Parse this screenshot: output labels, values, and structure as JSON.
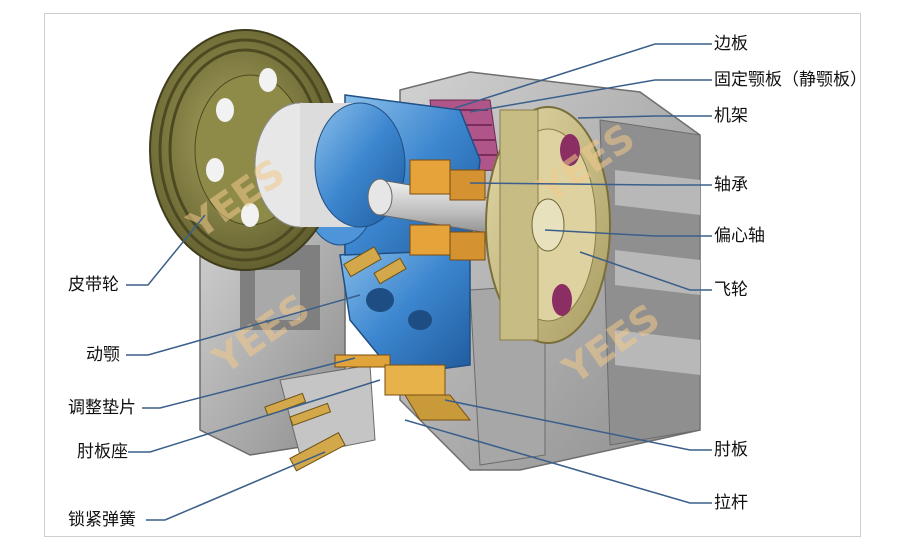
{
  "labels": {
    "side_plate": "边板",
    "fixed_jaw": "固定颚板（静颚板）",
    "frame": "机架",
    "bearing": "轴承",
    "eccentric_shaft": "偏心轴",
    "flywheel": "飞轮",
    "pulley": "皮带轮",
    "moving_jaw": "动颚",
    "shim": "调整垫片",
    "toggle_seat": "肘板座",
    "spring": "锁紧弹簧",
    "toggle_plate": "肘板",
    "tie_rod": "拉杆"
  },
  "watermark": "YEES",
  "colors": {
    "pulley": "#7d7a3e",
    "frame": "#9a9a9a",
    "jaw": "#3c7fc4",
    "flywheel": "#c9bd87",
    "leader": "#3b5f8a"
  }
}
